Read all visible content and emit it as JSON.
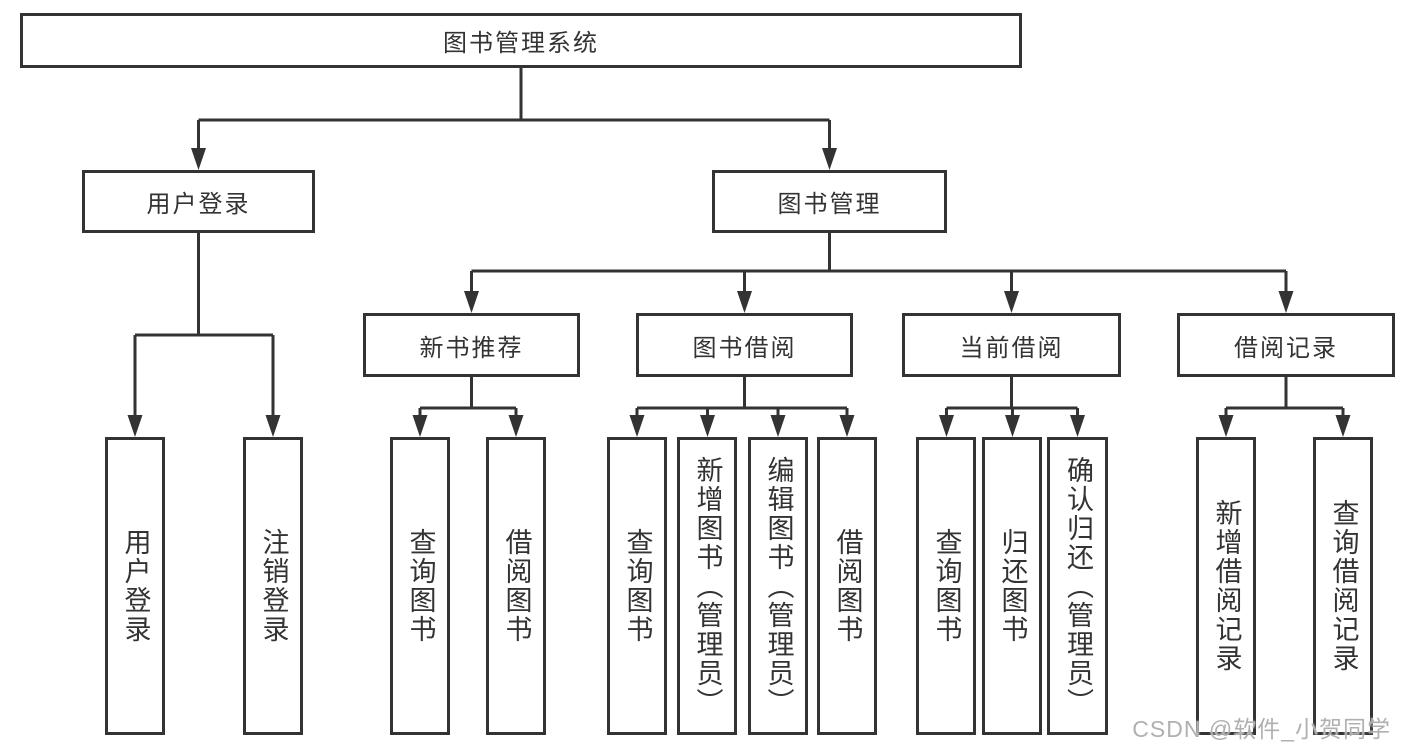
{
  "colors": {
    "line": "#333333",
    "text": "#333333",
    "background": "#ffffff",
    "watermark_text": "#b0b0b0"
  },
  "diagram": {
    "title": "图书管理系统",
    "level1": {
      "user_login": "用户登录",
      "book_management": "图书管理"
    },
    "level2": {
      "new_book_recommend": "新书推荐",
      "book_borrow": "图书借阅",
      "current_borrow": "当前借阅",
      "borrow_records": "借阅记录"
    },
    "leaves": {
      "user_login": [
        "用户登录",
        "注销登录"
      ],
      "new_book_recommend": [
        "查询图书",
        "借阅图书"
      ],
      "book_borrow": [
        "查询图书",
        "新增图书（管理员）",
        "编辑图书（管理员）",
        "借阅图书"
      ],
      "current_borrow": [
        "查询图书",
        "归还图书",
        "确认归还（管理员）"
      ],
      "borrow_records": [
        "新增借阅记录",
        "查询借阅记录"
      ]
    }
  },
  "watermark": {
    "text": "CSDN @软件_小贺同学"
  }
}
